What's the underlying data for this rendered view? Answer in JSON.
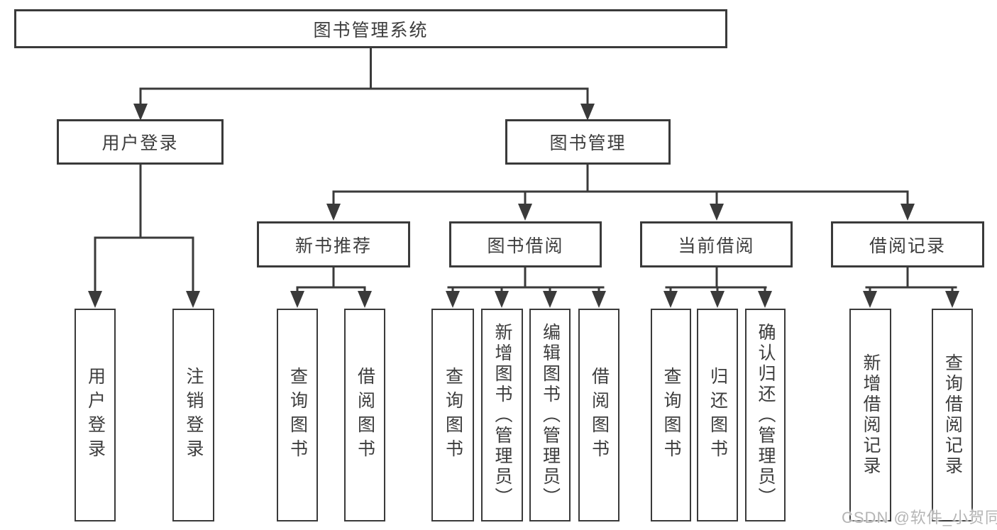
{
  "diagram": {
    "title_node": "图书管理系统",
    "level1": {
      "user_login": "用户登录",
      "book_management": "图书管理"
    },
    "level2": {
      "new_book_recommend": "新书推荐",
      "book_borrowing": "图书借阅",
      "current_borrowing": "当前借阅",
      "borrowing_records": "借阅记录"
    },
    "leaves": {
      "user_login": [
        "用户登录",
        "注销登录"
      ],
      "new_book_recommend": [
        "查询图书",
        "借阅图书"
      ],
      "book_borrowing": [
        "查询图书",
        "新增图书（管理员）",
        "编辑图书（管理员）",
        "借阅图书"
      ],
      "current_borrowing": [
        "查询图书",
        "归还图书",
        "确认归还（管理员）"
      ],
      "borrowing_records": [
        "新增借阅记录",
        "查询借阅记录"
      ]
    },
    "colors": {
      "line": "#3a3a3a",
      "text": "#3d3d3d",
      "watermark": "#b5b5b5",
      "background": "#ffffff"
    },
    "watermark": "CSDN @软件_小贺同学"
  }
}
